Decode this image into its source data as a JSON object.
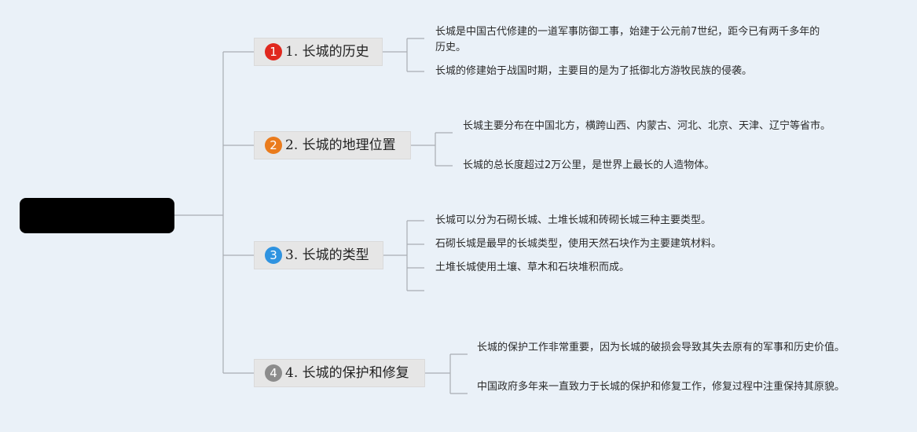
{
  "root": {
    "label": ""
  },
  "colors": {
    "background": "#eaf1f8",
    "root_fill": "#000000",
    "branch_fill": "#e6e6e6",
    "connector": "#a9adb3"
  },
  "branches": [
    {
      "badge": "1",
      "badge_color": "#e0281e",
      "label": "1. 长城的历史",
      "leaves": [
        "长城是中国古代修建的一道军事防御工事，始建于公元前7世纪，距今已有两千多年的历史。",
        "长城的修建始于战国时期，主要目的是为了抵御北方游牧民族的侵袭。"
      ]
    },
    {
      "badge": "2",
      "badge_color": "#ea7b1c",
      "label": "2. 长城的地理位置",
      "leaves": [
        "长城主要分布在中国北方，横跨山西、内蒙古、河北、北京、天津、辽宁等省市。",
        "长城的总长度超过2万公里，是世界上最长的人造物体。"
      ]
    },
    {
      "badge": "3",
      "badge_color": "#2f93e0",
      "label": "3. 长城的类型",
      "leaves": [
        "长城可以分为石砌长城、土堆长城和砖砌长城三种主要类型。",
        "石砌长城是最早的长城类型，使用天然石块作为主要建筑材料。",
        "土堆长城使用土壤、草木和石块堆积而成。",
        ""
      ]
    },
    {
      "badge": "4",
      "badge_color": "#8c8c8c",
      "label": "4. 长城的保护和修复",
      "leaves": [
        "长城的保护工作非常重要，因为长城的破损会导致其失去原有的军事和历史价值。",
        "中国政府多年来一直致力于长城的保护和修复工作，修复过程中注重保持其原貌。"
      ]
    }
  ]
}
